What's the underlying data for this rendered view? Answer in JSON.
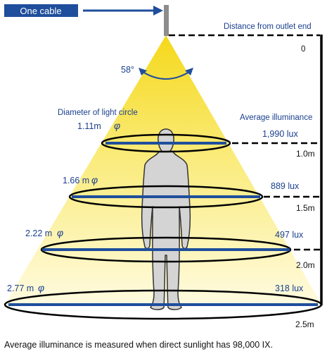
{
  "cable_label": "One cable",
  "distance_title": "Distance from outlet end",
  "beam_angle": "58°",
  "diameter_title": "Diameter of light circle",
  "illuminance_title": "Average illuminance",
  "levels": [
    {
      "distance": "0"
    },
    {
      "distance": "1.0m",
      "diameter": "1.11m",
      "illuminance": "1,990 lux"
    },
    {
      "distance": "1.5m",
      "diameter": "1.66 m",
      "illuminance": "889 lux"
    },
    {
      "distance": "2.0m",
      "diameter": "2.22 m",
      "illuminance": "497 lux"
    },
    {
      "distance": "2.5m",
      "diameter": "2.77 m",
      "illuminance": "318 lux"
    }
  ],
  "phi_symbol": "φ",
  "footnote": "Average illuminance is measured when direct sunlight has 98,000 IX.",
  "colors": {
    "blue": "#1f4e9c",
    "beam_yellow": "#f7dc2e",
    "label_blue": "#1a3f8f"
  }
}
